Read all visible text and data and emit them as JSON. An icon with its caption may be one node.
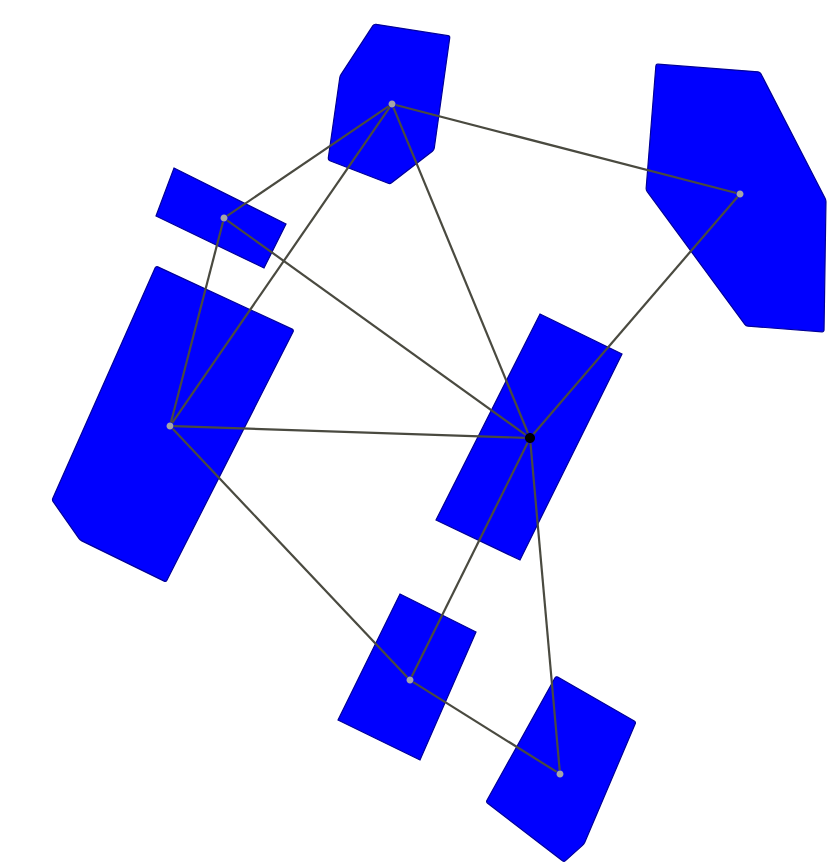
{
  "diagram": {
    "nodes": [
      {
        "text": [],
        "shape": "polygon"
      },
      {
        "text": [],
        "shape": "hexagon"
      },
      {
        "text": [],
        "shape": "box"
      },
      {
        "text": [],
        "shape": "polygon"
      },
      {
        "text": [],
        "shape": "box"
      },
      {
        "text": [],
        "shape": "box"
      },
      {
        "text": [],
        "shape": "polygon"
      }
    ],
    "edges": [
      {
        "from": 0,
        "to": 1,
        "arrow": "none"
      },
      {
        "from": 0,
        "to": 2,
        "arrow": "none"
      },
      {
        "from": 0,
        "to": 3,
        "arrow": "none"
      },
      {
        "from": 0,
        "to": 4,
        "arrow": "none"
      },
      {
        "from": 1,
        "to": 4,
        "arrow": "none"
      },
      {
        "from": 2,
        "to": 3,
        "arrow": "none"
      },
      {
        "from": 2,
        "to": 4,
        "arrow": "none"
      },
      {
        "from": 3,
        "to": 4,
        "arrow": "none"
      },
      {
        "from": 3,
        "to": 5,
        "arrow": "none"
      },
      {
        "from": 4,
        "to": 5,
        "arrow": "none"
      },
      {
        "from": 4,
        "to": 6,
        "arrow": "none"
      },
      {
        "from": 5,
        "to": 6,
        "arrow": "none"
      }
    ]
  }
}
